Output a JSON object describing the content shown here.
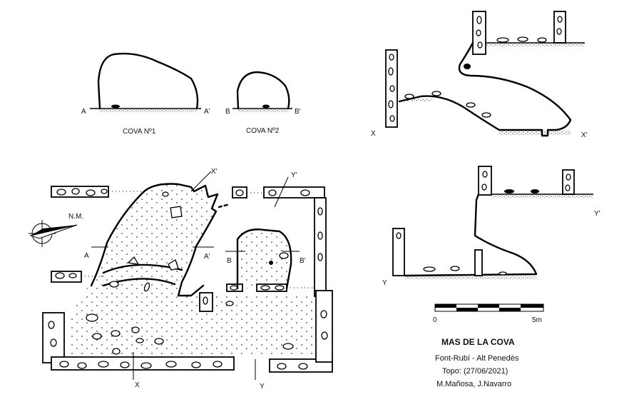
{
  "cross_sections": {
    "cova1": {
      "caption": "COVA Nº1",
      "left_label": "A",
      "right_label": "A'"
    },
    "cova2": {
      "caption": "COVA Nº2",
      "left_label": "B",
      "right_label": "B'"
    }
  },
  "profiles": {
    "xx": {
      "left_label": "X",
      "right_label": "X'"
    },
    "yy": {
      "left_label": "Y",
      "right_label": "Y'"
    }
  },
  "plan": {
    "north_label": "N.M.",
    "section_labels": {
      "a": "A",
      "a_prime": "A'",
      "b": "B",
      "b_prime": "B'",
      "x": "X",
      "x_prime": "X'",
      "y": "Y",
      "y_prime": "Y'"
    }
  },
  "scale_bar": {
    "start_label": "0",
    "end_label": "5m",
    "segments": 5
  },
  "title_block": {
    "title": "MAS DE LA COVA",
    "location": "Font-Rubí - Alt Penedès",
    "survey": "Topo: (27/06/2021)",
    "authors": "M.Mañosa, J.Navarro"
  }
}
